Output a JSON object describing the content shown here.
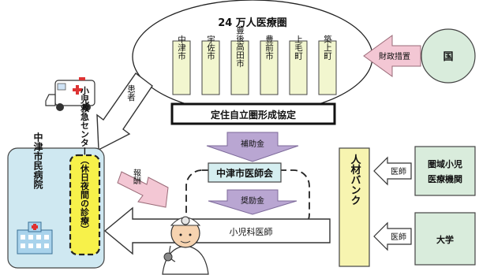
{
  "zone": {
    "title": "24 万人医療圏"
  },
  "municipalities": [
    "中津市",
    "宇佐市",
    "豊後高田市",
    "豊前市",
    "上毛町",
    "築上町"
  ],
  "agreement": "定住自立圏形成協定",
  "nation": "国",
  "fiscal": "財政措置",
  "patient": "患者",
  "hospital": "中津市民病院",
  "pedCenter": "小児救急センター（休日夜間の診療）",
  "reward": "報酬",
  "subsidy": "補助金",
  "association": "中津市医師会",
  "incentive": "奨励金",
  "pediatrician": "小児科医師",
  "bank": "人材バンク",
  "regional": [
    "圏域小児",
    "医療機関"
  ],
  "university": "大学",
  "doctor": "医師"
}
